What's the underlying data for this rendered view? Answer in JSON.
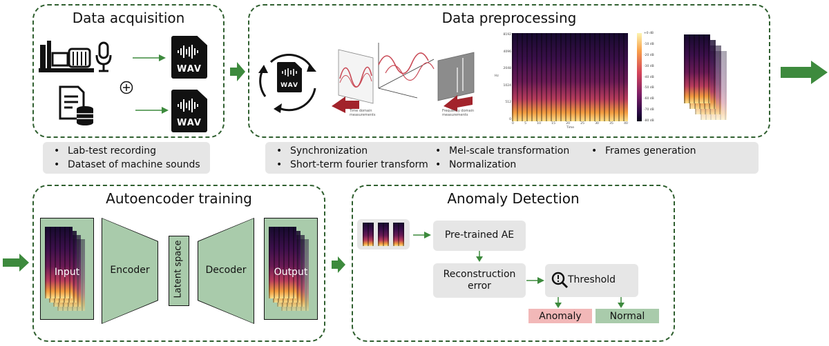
{
  "acquisition": {
    "title": "Data acquisition",
    "wav_label": "WAV",
    "bullets": [
      "Lab-test recording",
      "Dataset of machine sounds"
    ],
    "icons": [
      "machine-icon",
      "microphone-icon",
      "document-database-icon",
      "plus-icon",
      "wav-file-icon"
    ]
  },
  "preprocessing": {
    "title": "Data preprocessing",
    "wav_label": "WAV",
    "time_domain_caption": "Time domain measurements",
    "freq_domain_caption": "Frequency domain measurements",
    "spectrogram": {
      "y_ticks": [
        "8192",
        "4096",
        "2048",
        "1024",
        "512",
        "0"
      ],
      "x_ticks": [
        "0",
        "5",
        "10",
        "15",
        "20",
        "25",
        "30",
        "35",
        "40"
      ],
      "y_label": "Hz",
      "x_label": "Time",
      "colorbar_ticks": [
        "+0 dB",
        "-10 dB",
        "-20 dB",
        "-30 dB",
        "-40 dB",
        "-50 dB",
        "-60 dB",
        "-70 dB",
        "-80 dB"
      ]
    },
    "bullets": [
      "Synchronization",
      "Short-term fourier transform",
      "Mel-scale transformation",
      "Normalization",
      "Frames generation"
    ]
  },
  "autoencoder": {
    "title": "Autoencoder training",
    "input_label": "Input",
    "encoder_label": "Encoder",
    "latent_label": "Latent space",
    "decoder_label": "Decoder",
    "output_label": "Output"
  },
  "anomaly": {
    "title": "Anomaly Detection",
    "pretrained_label": "Pre-trained AE",
    "reconstruction_label": "Reconstruction error",
    "threshold_label": "Threshold",
    "anomaly_label": "Anomaly",
    "normal_label": "Normal"
  },
  "colors": {
    "border": "#2f5f2f",
    "arrow": "#3d8a3d",
    "ae_fill": "#a9cbab",
    "anomaly_fill": "#f2b8b8",
    "normal_fill": "#a9cbab",
    "gray": "#e6e6e6"
  }
}
